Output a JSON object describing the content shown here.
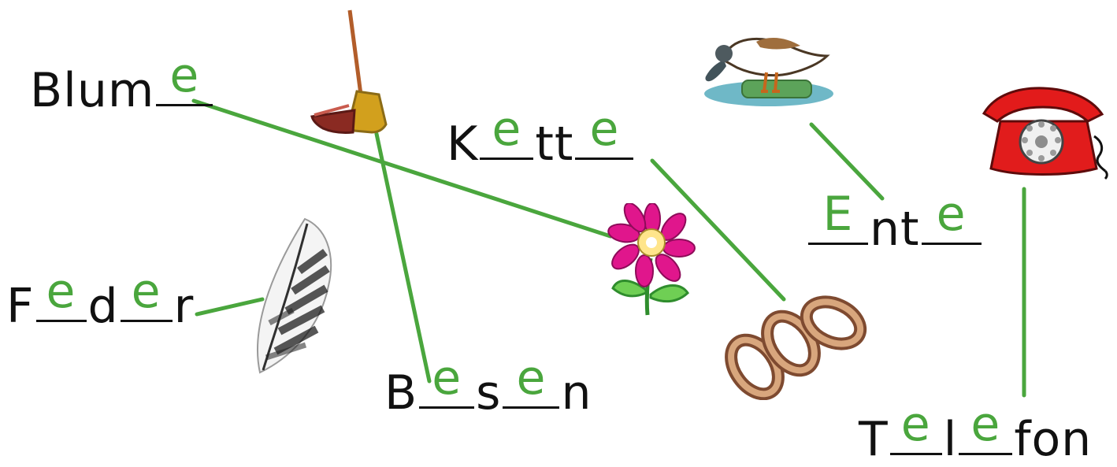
{
  "worksheet": {
    "words": [
      {
        "id": "blume",
        "parts": [
          "Blum",
          "__"
        ],
        "fills": [
          "",
          "e"
        ]
      },
      {
        "id": "feder",
        "parts": [
          "F",
          "__",
          "d",
          "__",
          "r"
        ],
        "fills": [
          "",
          "e",
          "",
          "e",
          ""
        ]
      },
      {
        "id": "besen",
        "parts": [
          "B",
          "__",
          "s",
          "__",
          "n"
        ],
        "fills": [
          "",
          "e",
          "",
          "e",
          ""
        ]
      },
      {
        "id": "kette",
        "parts": [
          "K",
          "__",
          "tt",
          "__"
        ],
        "fills": [
          "",
          "e",
          "",
          "e"
        ]
      },
      {
        "id": "ente",
        "parts": [
          "__",
          "nt",
          "__"
        ],
        "fills": [
          "E",
          "",
          "e"
        ]
      },
      {
        "id": "telefon",
        "parts": [
          "T",
          "__",
          "l",
          "__",
          "fon"
        ],
        "fills": [
          "",
          "e",
          "",
          "e",
          ""
        ]
      }
    ],
    "icons": [
      {
        "id": "broom",
        "name": "broom-icon"
      },
      {
        "id": "feather",
        "name": "feather-icon"
      },
      {
        "id": "flower",
        "name": "flower-icon"
      },
      {
        "id": "duck",
        "name": "duck-icon"
      },
      {
        "id": "chain",
        "name": "chain-icon"
      },
      {
        "id": "telephone",
        "name": "telephone-icon"
      }
    ],
    "colors": {
      "text": "#111111",
      "answer_fill": "#4aa63d",
      "connector": "#4aa63d"
    }
  }
}
